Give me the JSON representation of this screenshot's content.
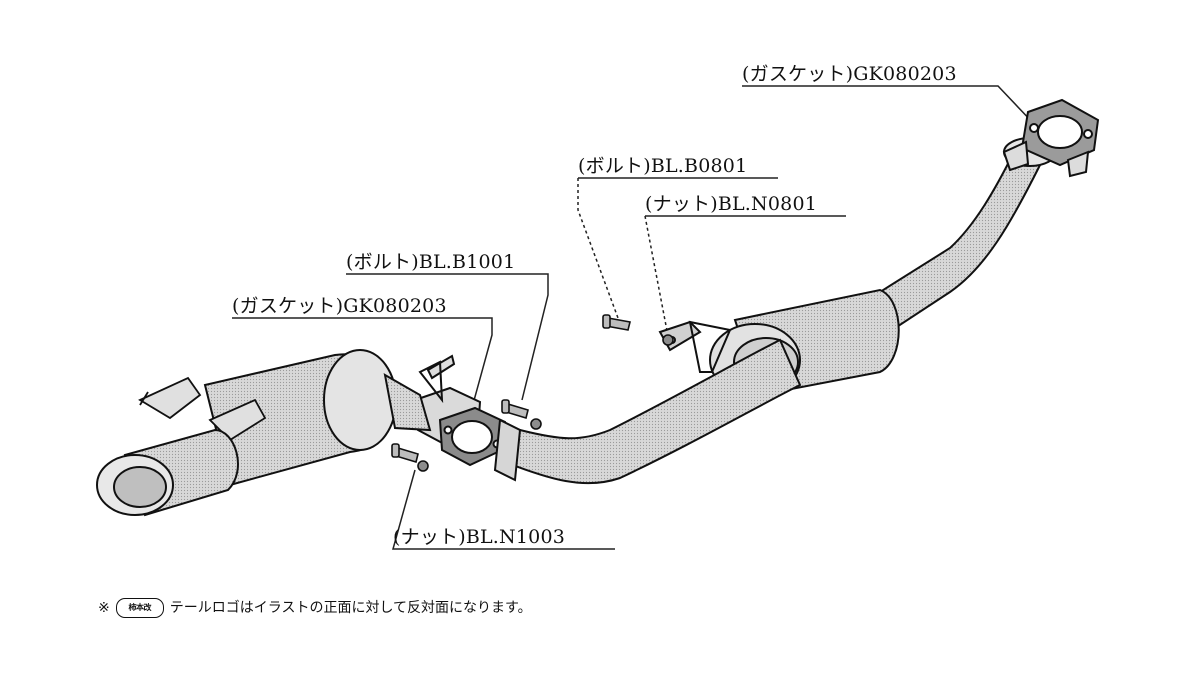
{
  "labels": {
    "gasket_top": "(ガスケット)GK080203",
    "bolt_mid": "(ボルト)BL.B0801",
    "nut_mid": "(ナット)BL.N0801",
    "bolt_left": "(ボルト)BL.B1001",
    "gasket_left": "(ガスケット)GK080203",
    "nut_bottom": "(ナット)BL.N1003"
  },
  "footnote": {
    "mark": "※",
    "logo_text": "柿本改",
    "text": "テールロゴはイラストの正面に対して反対面になります。"
  }
}
